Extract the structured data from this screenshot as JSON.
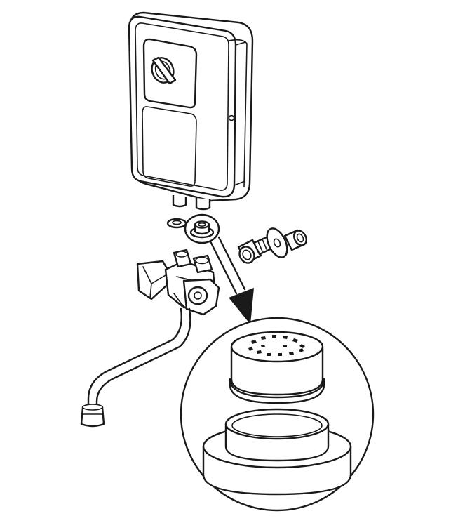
{
  "figure": {
    "kind": "installation-diagram",
    "line_color": "#1a1a1a",
    "background": "#ffffff",
    "components": [
      "water-heater-unit",
      "control-knob",
      "outlet-pipes",
      "sealing-washers",
      "mixer-tap",
      "swivel-spout",
      "connector-fittings",
      "detail-magnifier",
      "pointer-arrow"
    ]
  }
}
